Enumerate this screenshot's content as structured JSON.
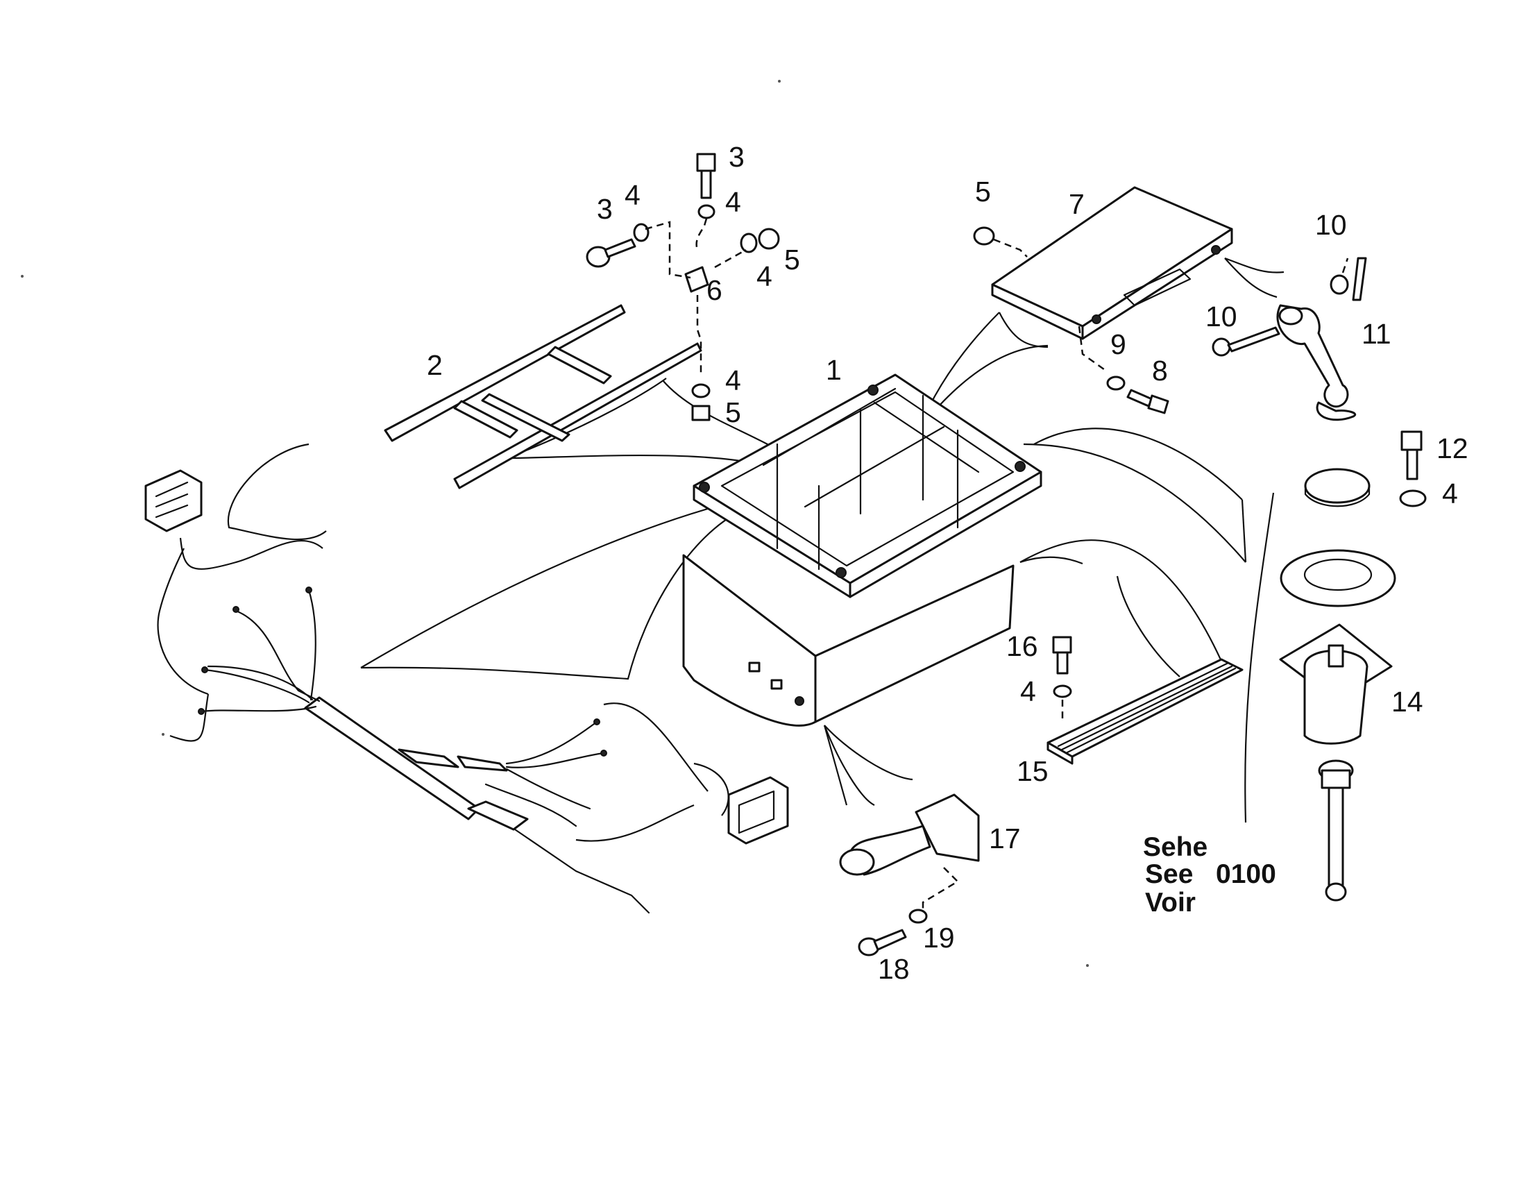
{
  "diagram": {
    "callouts": {
      "c1": "1",
      "c2": "2",
      "c3a": "3",
      "c3b": "3",
      "c4a": "4",
      "c4b": "4",
      "c4c": "4",
      "c4d": "4",
      "c4e": "4",
      "c4f": "4",
      "c5a": "5",
      "c5b": "5",
      "c5c": "5",
      "c6": "6",
      "c7": "7",
      "c8": "8",
      "c9": "9",
      "c10a": "10",
      "c10b": "10",
      "c11": "11",
      "c12": "12",
      "c14": "14",
      "c15": "15",
      "c16": "16",
      "c17": "17",
      "c18": "18",
      "c19": "19"
    },
    "reference": {
      "line1": "Sehe",
      "line2": "See",
      "line3": "Voir",
      "number": "0100"
    }
  }
}
